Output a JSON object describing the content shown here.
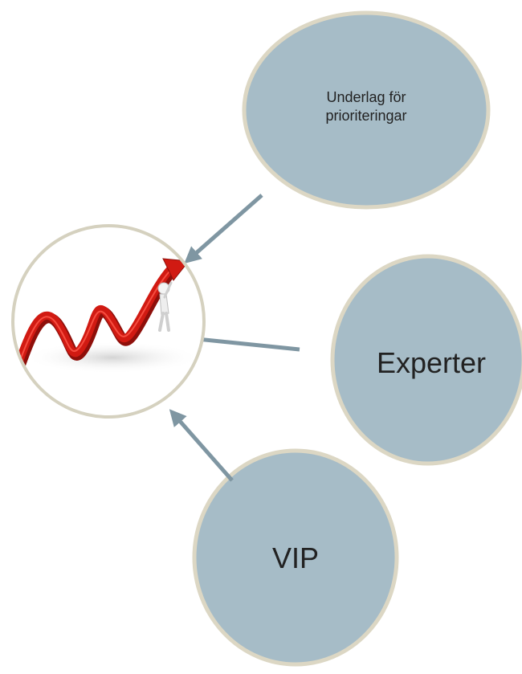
{
  "diagram": {
    "nodes": {
      "underlag": {
        "line1": "Underlag för",
        "line2": "prioriteringar"
      },
      "experter": {
        "label": "Experter"
      },
      "vip": {
        "label": "VIP"
      }
    },
    "center_image": {
      "icon": "rising-red-arrow-chart-with-figure-icon"
    },
    "colors": {
      "node_fill": "#a6bcc7",
      "node_border": "#dcd7c4",
      "arrow": "#7f96a2",
      "chart_line": "#d11a12",
      "center_border": "#d5d1bf"
    }
  }
}
